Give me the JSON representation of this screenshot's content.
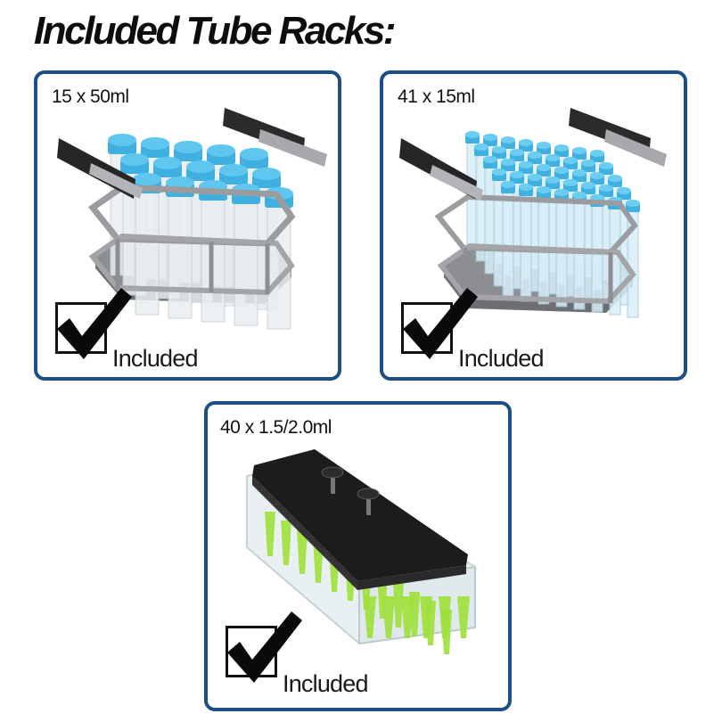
{
  "title": "Included Tube Racks:",
  "racks": [
    {
      "capacity": "15 x 50ml",
      "status": "Included",
      "cap_color": "#3fb0e0"
    },
    {
      "capacity": "41 x 15ml",
      "status": "Included",
      "cap_color": "#3fb0e0"
    },
    {
      "capacity": "40 x 1.5/2.0ml",
      "status": "Included",
      "cap_color": "#9ee03a"
    }
  ],
  "colors": {
    "card_border": "#1d4f86",
    "metal": "#a8a9ad",
    "handle": "#2a2a2a",
    "lid": "#222222"
  }
}
